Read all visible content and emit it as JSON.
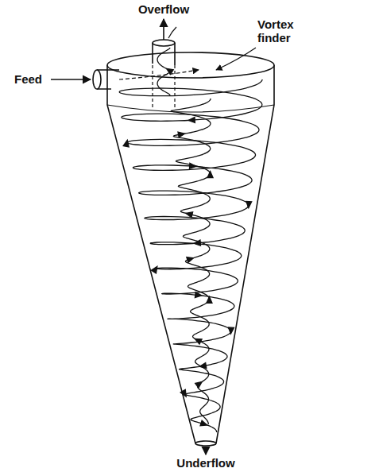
{
  "diagram": {
    "labels": [
      "Overflow",
      "Feed",
      "Vortex finder",
      "Underflow"
    ]
  }
}
